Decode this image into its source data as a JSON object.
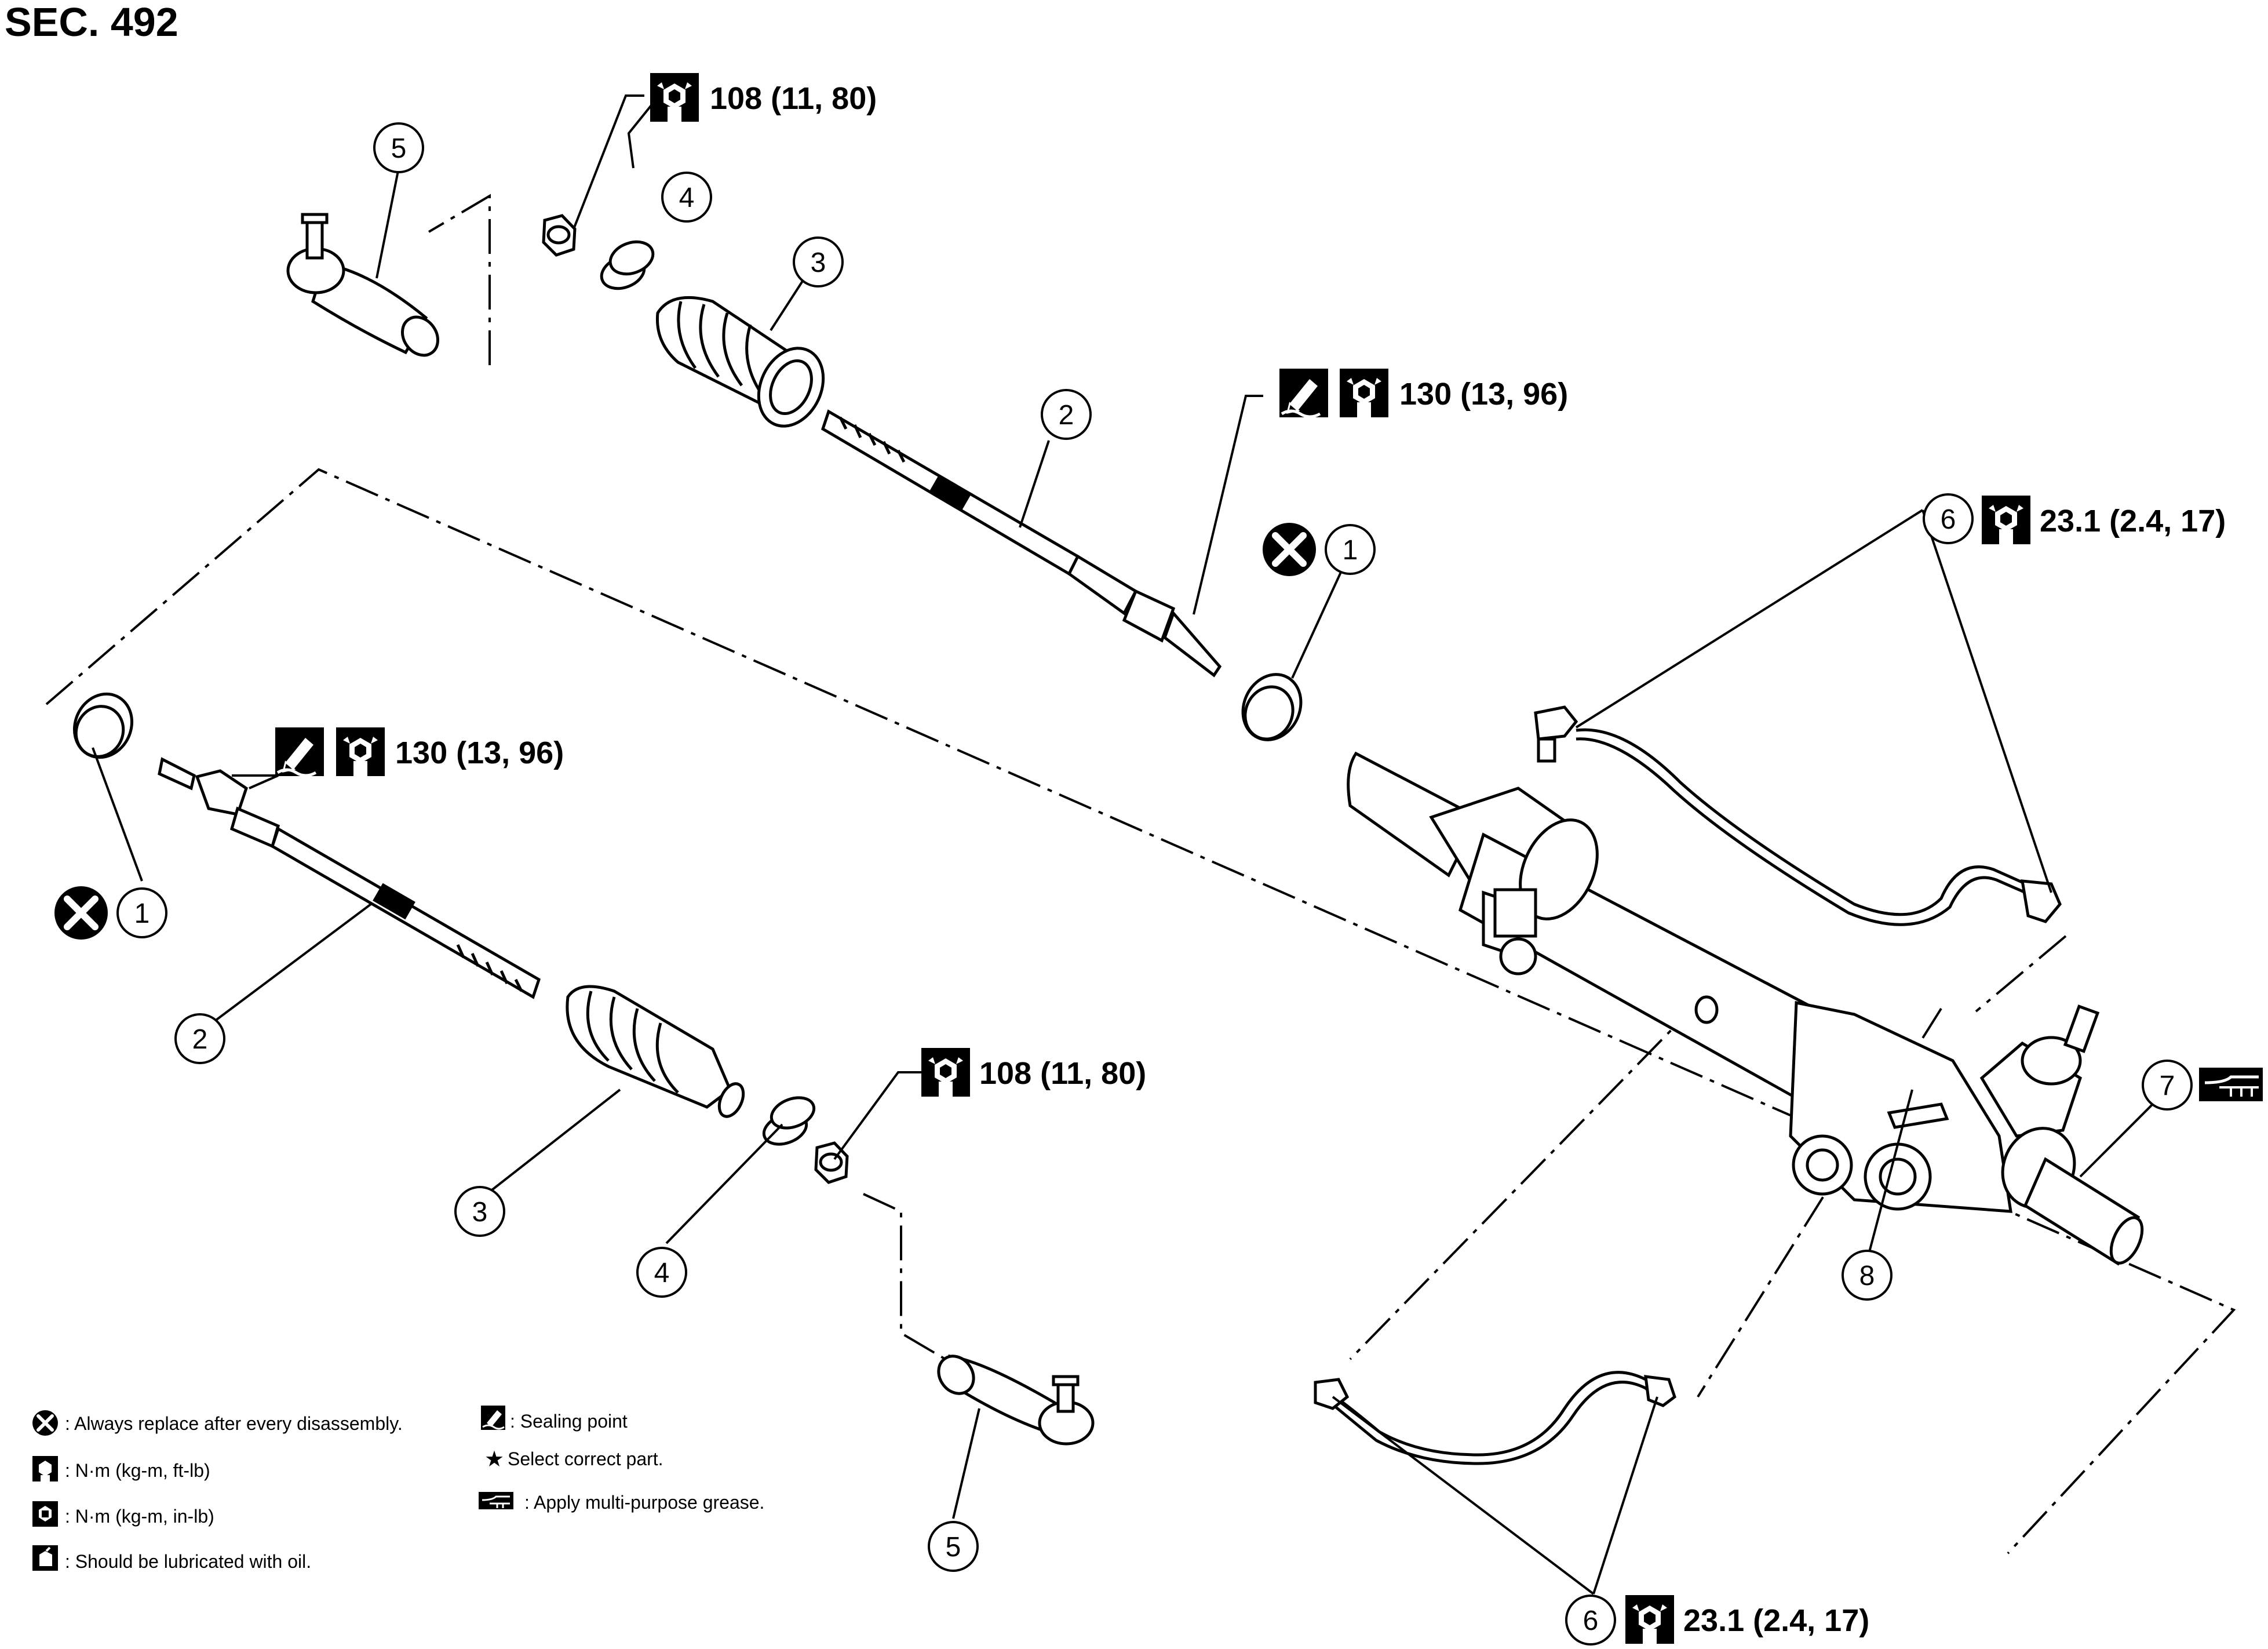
{
  "section_label": "SEC. 492",
  "callouts": [
    {
      "id": "c5a",
      "num": "5"
    },
    {
      "id": "c4a",
      "num": "4"
    },
    {
      "id": "c3a",
      "num": "3"
    },
    {
      "id": "c2a",
      "num": "2"
    },
    {
      "id": "c1a",
      "num": "1"
    },
    {
      "id": "c6a",
      "num": "6"
    },
    {
      "id": "c7",
      "num": "7"
    },
    {
      "id": "c8",
      "num": "8"
    },
    {
      "id": "c1b",
      "num": "1"
    },
    {
      "id": "c2b",
      "num": "2"
    },
    {
      "id": "c3b",
      "num": "3"
    },
    {
      "id": "c4b",
      "num": "4"
    },
    {
      "id": "c5b",
      "num": "5"
    },
    {
      "id": "c6b",
      "num": "6"
    }
  ],
  "torques": {
    "nut_upper": "108 (11, 80)",
    "inner_upper": "130 (13, 96)",
    "inner_lower": "130 (13, 96)",
    "tube_upper": "23.1 (2.4, 17)",
    "nut_lower": "108 (11, 80)",
    "tube_lower": "23.1 (2.4, 17)"
  },
  "legend": {
    "replace": ": Always replace after every disassembly.",
    "nm_ft": ": N·m (kg-m, ft-lb)",
    "nm_in": ": N·m (kg-m, in-lb)",
    "oil": ": Should be lubricated with oil.",
    "sealing": ": Sealing point",
    "select": "Select correct part.",
    "grease": ": Apply multi-purpose grease."
  },
  "icons": [
    "replace-x-icon",
    "torque-wrench-icon",
    "torque-wrench-inlb-icon",
    "oil-can-icon",
    "sealing-point-icon",
    "star-icon",
    "grease-icon"
  ],
  "colors": {
    "ink": "#000000",
    "paper": "#ffffff"
  }
}
